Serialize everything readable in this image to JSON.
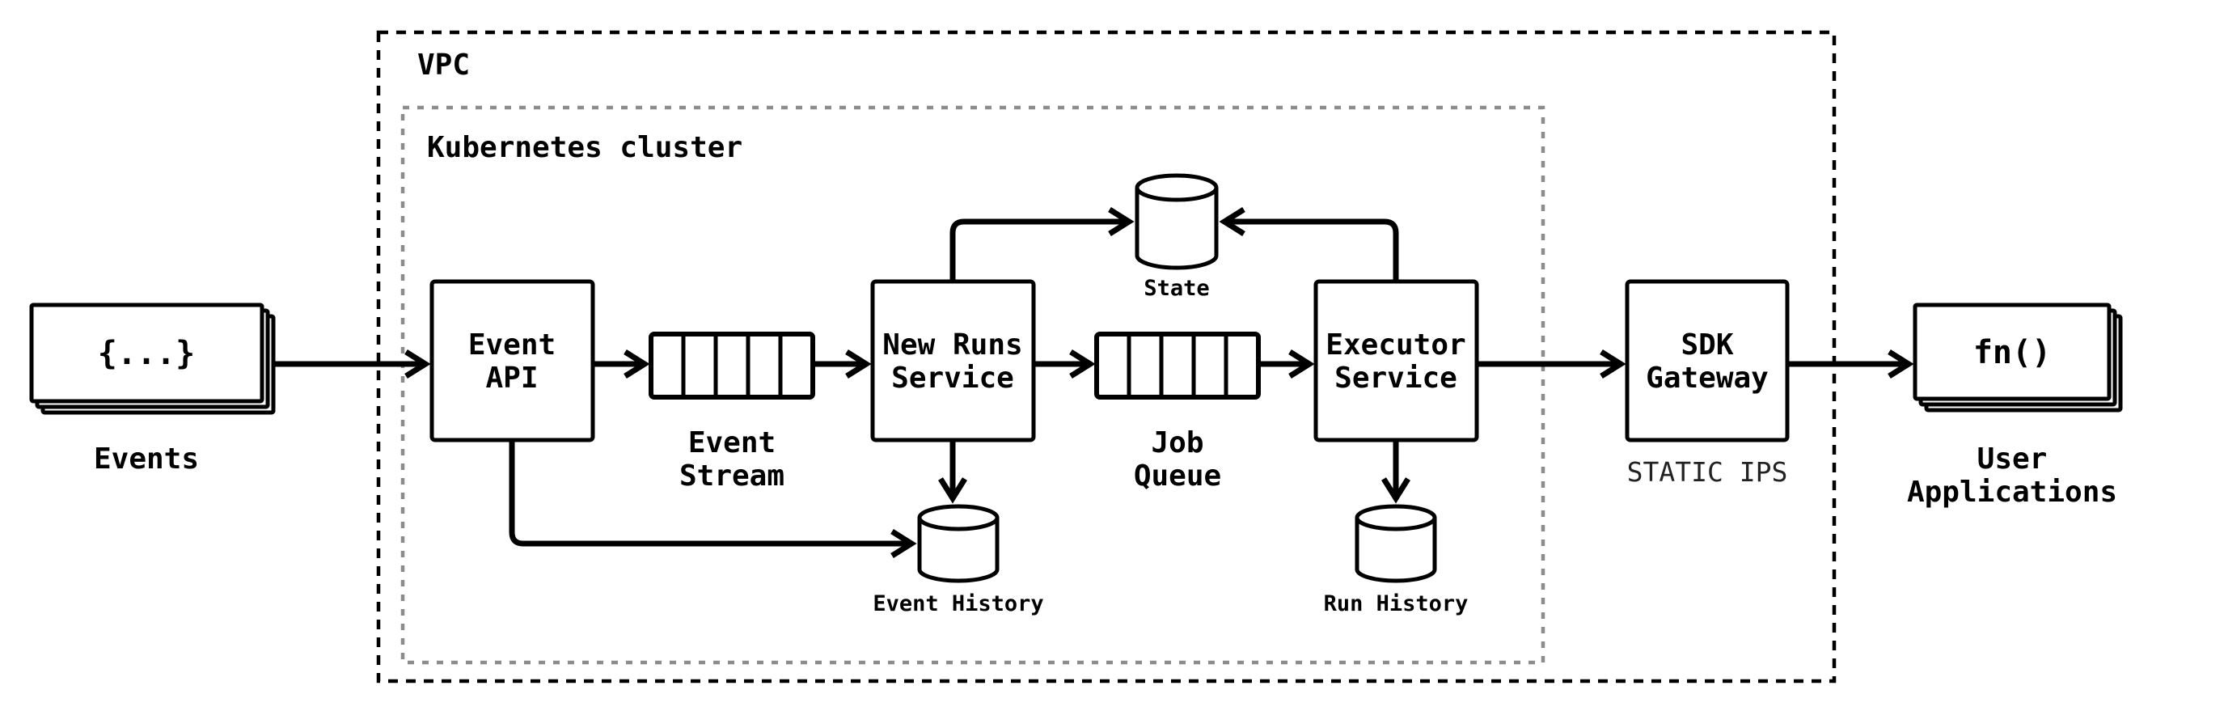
{
  "diagram": {
    "outer_boundary": {
      "label": "VPC"
    },
    "inner_boundary": {
      "label": "Kubernetes cluster"
    },
    "nodes": {
      "events": {
        "icon_text": "{...}",
        "label": "Events"
      },
      "event_api": {
        "line1": "Event",
        "line2": "API"
      },
      "event_stream": {
        "label_line1": "Event",
        "label_line2": "Stream"
      },
      "new_runs_service": {
        "line1": "New Runs",
        "line2": "Service"
      },
      "state_db": {
        "label": "State"
      },
      "job_queue": {
        "label_line1": "Job",
        "label_line2": "Queue"
      },
      "executor_service": {
        "line1": "Executor",
        "line2": "Service"
      },
      "event_history_db": {
        "label": "Event History"
      },
      "run_history_db": {
        "label": "Run History"
      },
      "sdk_gateway": {
        "line1": "SDK",
        "line2": "Gateway",
        "sublabel": "STATIC IPS"
      },
      "user_applications": {
        "icon_text": "fn()",
        "label_line1": "User",
        "label_line2": "Applications"
      }
    },
    "colors": {
      "outer_boundary_stroke": "#000000",
      "inner_boundary_stroke": "#8c8c8c",
      "line_stroke": "#000000",
      "sublabel_color": "#222222",
      "background": "#ffffff"
    }
  }
}
